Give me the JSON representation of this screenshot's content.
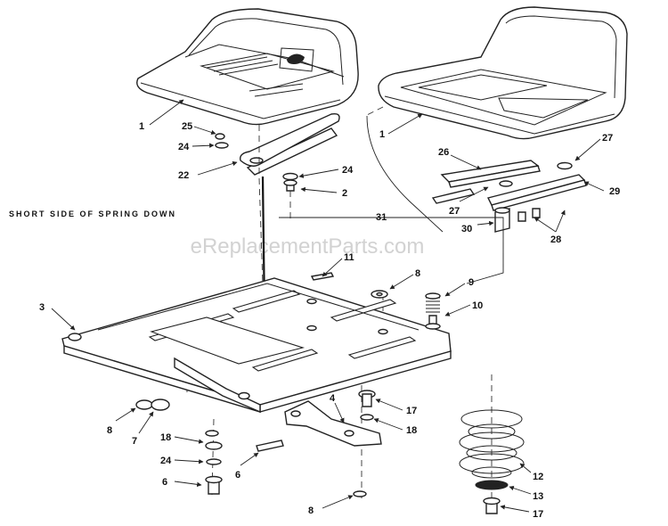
{
  "watermark": "eReplacementParts.com",
  "caption": "SHORT SIDE OF SPRING DOWN",
  "callouts": [
    "1",
    "25",
    "24",
    "22",
    "24",
    "2",
    "1",
    "26",
    "27",
    "27",
    "29",
    "31",
    "30",
    "28",
    "11",
    "8",
    "9",
    "10",
    "3",
    "8",
    "7",
    "18",
    "24",
    "6",
    "6",
    "4",
    "17",
    "18",
    "12",
    "13",
    "17",
    "8"
  ]
}
